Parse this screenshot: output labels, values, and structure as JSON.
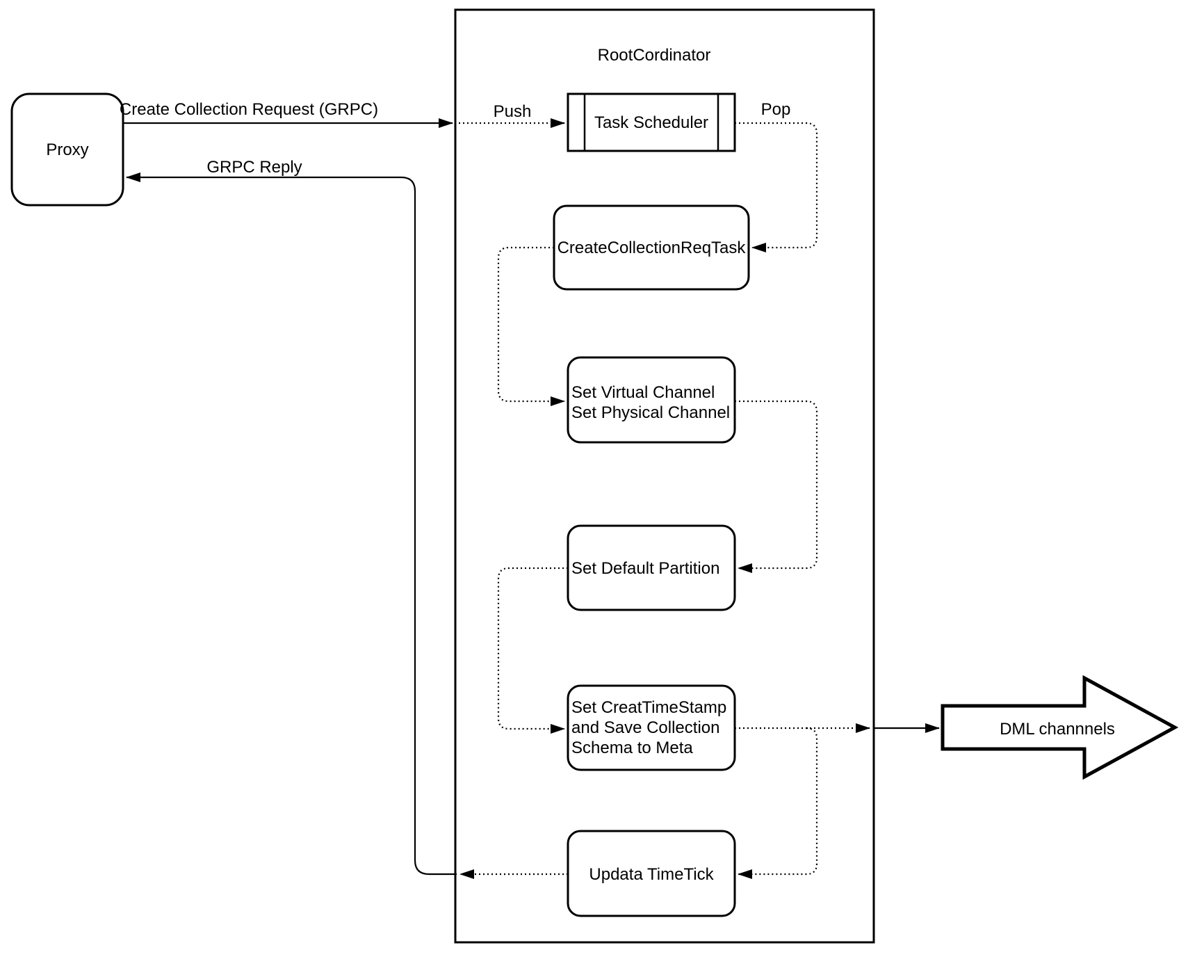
{
  "diagram": {
    "background": "#ffffff",
    "stroke_color": "#000000",
    "proxy": {
      "label": "Proxy"
    },
    "root_coordinator": {
      "title": "RootCordinator"
    },
    "task_scheduler": {
      "label": "Task Scheduler"
    },
    "edges": {
      "create_collection_request": {
        "label": "Create Collection Request (GRPC)"
      },
      "grpc_reply": {
        "label": "GRPC Reply"
      },
      "push": {
        "label": "Push"
      },
      "pop": {
        "label": "Pop"
      }
    },
    "tasks": {
      "create_collection_req_task": {
        "label": "CreateCollectionReqTask"
      },
      "set_channels": {
        "lines": [
          "Set Virtual Channel",
          "Set Physical Channel"
        ]
      },
      "set_default_partition": {
        "label": "Set Default Partition"
      },
      "set_create_timestamp": {
        "lines": [
          "Set CreatTimeStamp",
          "and Save Collection",
          "Schema to Meta"
        ]
      },
      "update_timetick": {
        "label": "Updata TimeTick"
      }
    },
    "dml_channels": {
      "label": "DML channnels"
    }
  }
}
